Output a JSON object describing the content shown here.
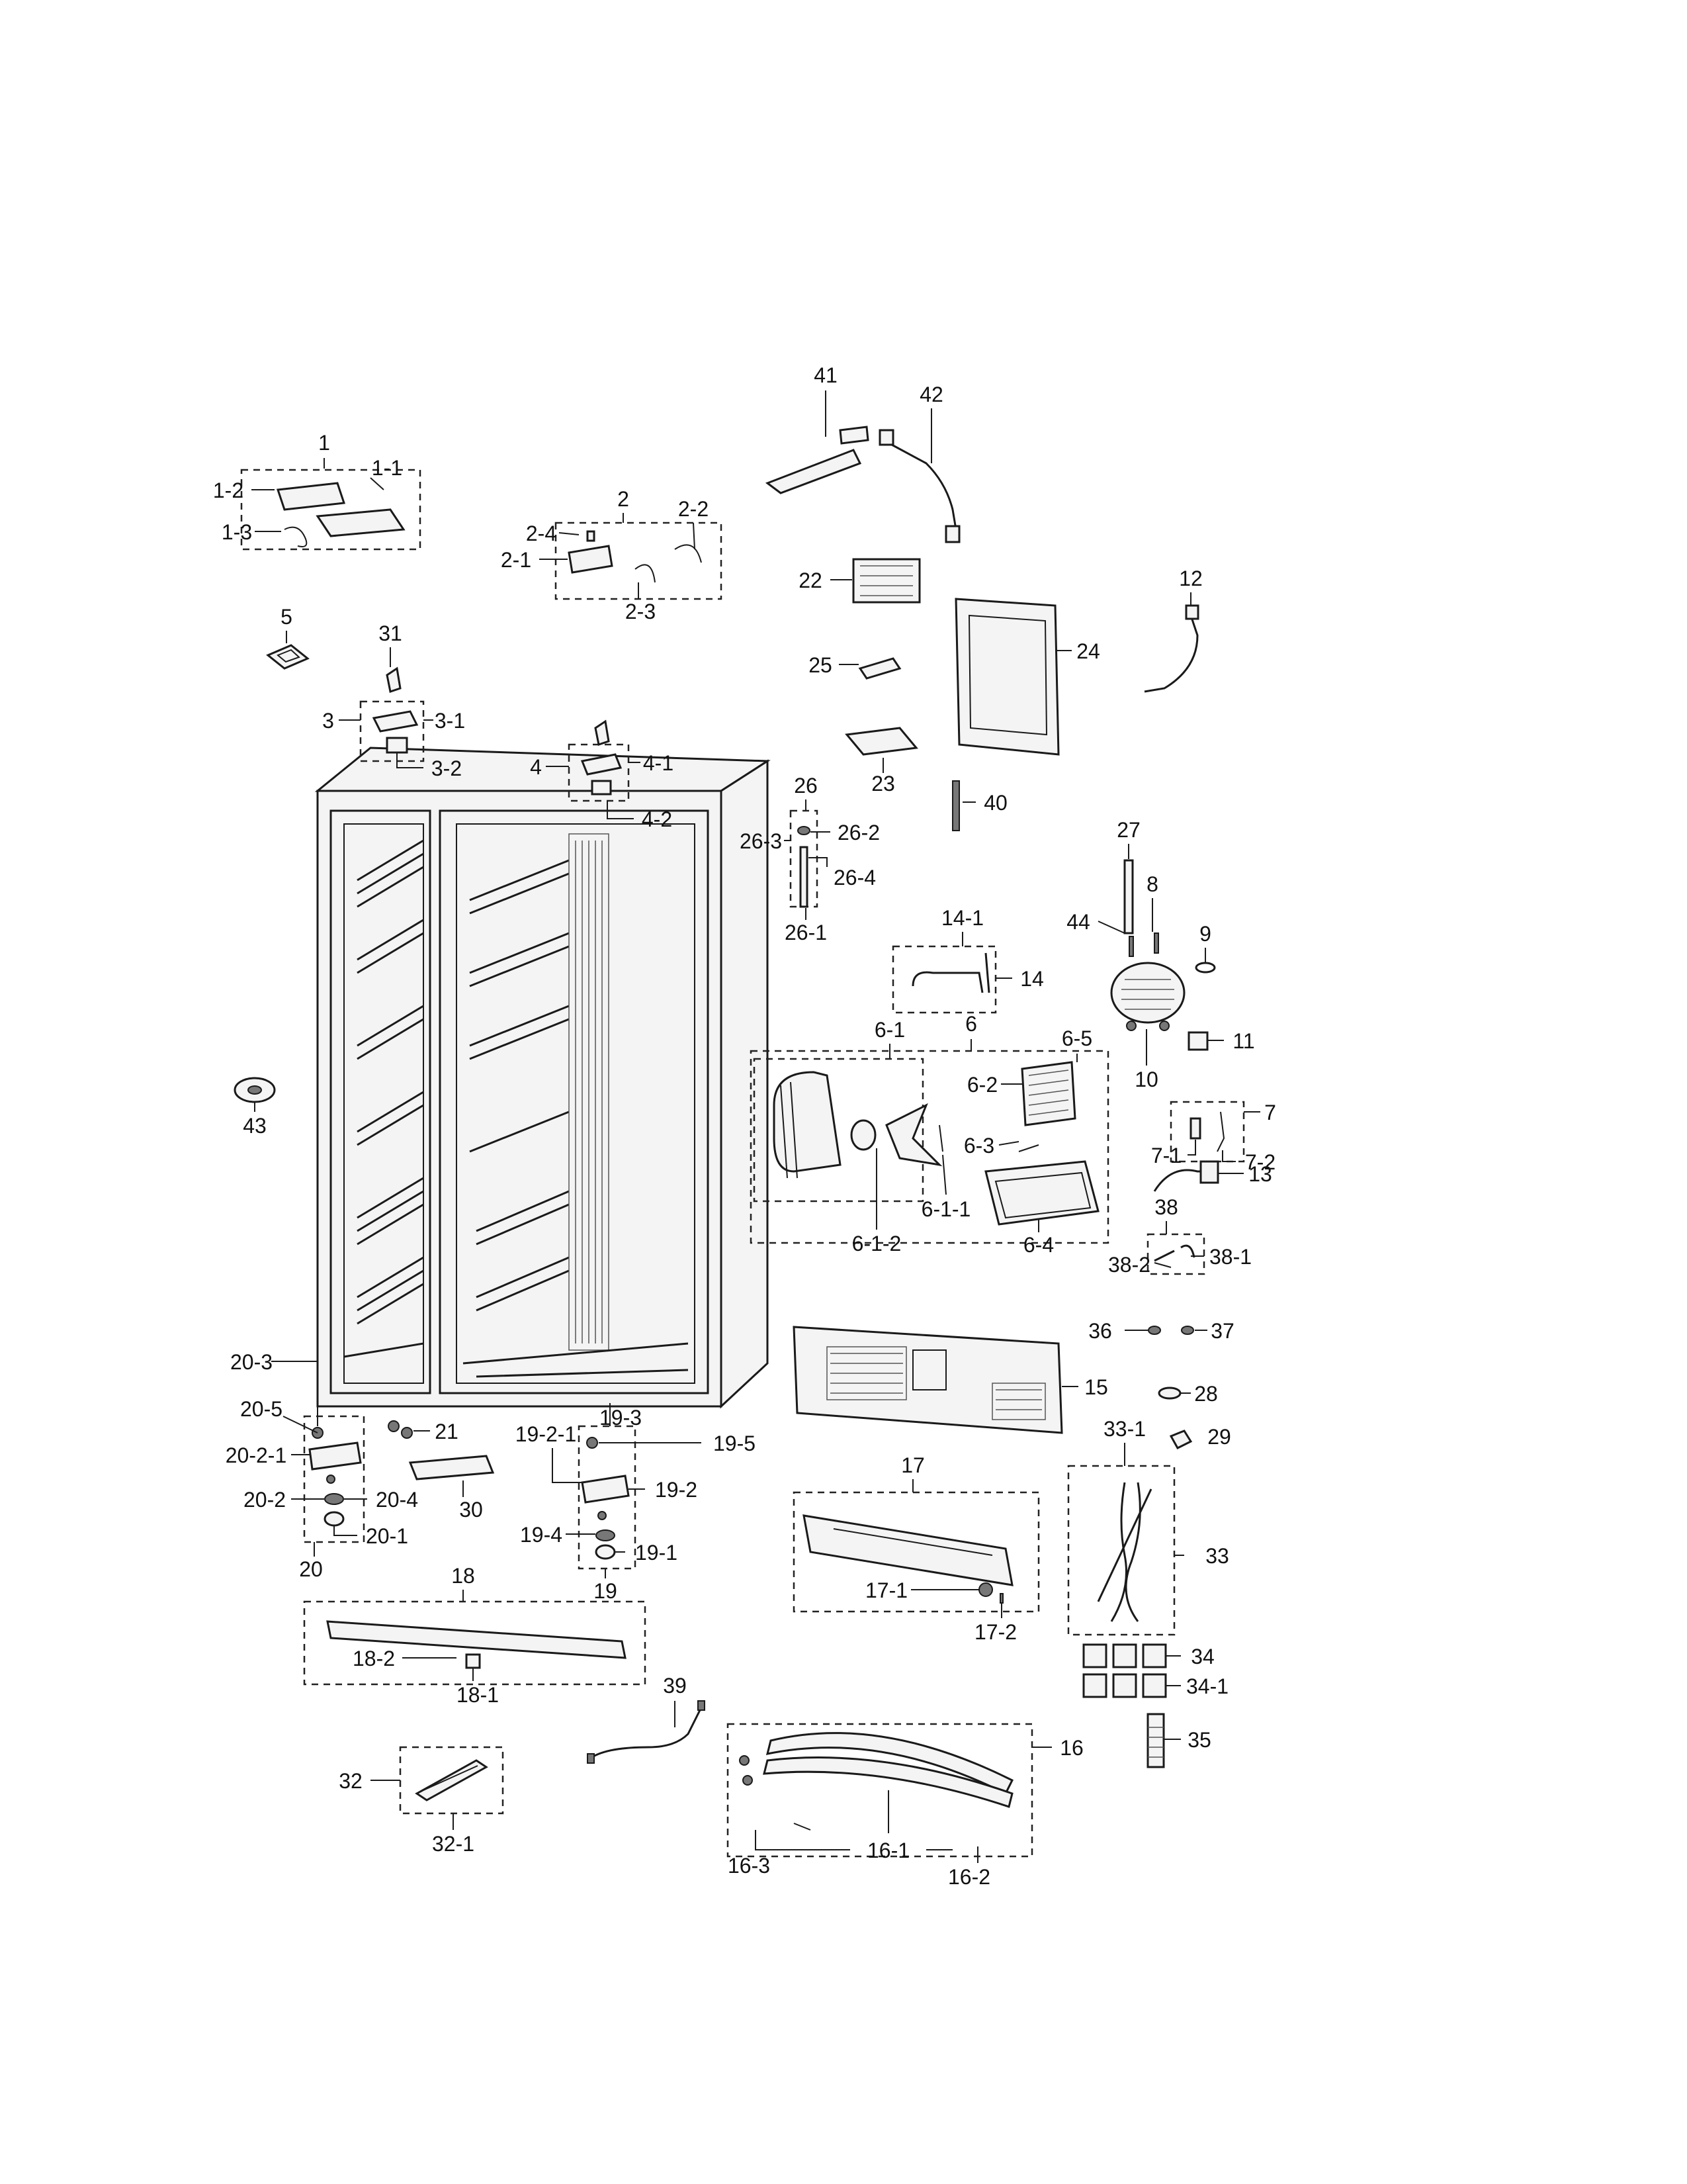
{
  "title": "",
  "labels": [
    {
      "id": "1",
      "text": "1"
    },
    {
      "id": "1-1",
      "text": "1-1"
    },
    {
      "id": "1-2",
      "text": "1-2"
    },
    {
      "id": "1-3",
      "text": "1-3"
    },
    {
      "id": "2",
      "text": "2"
    },
    {
      "id": "2-1",
      "text": "2-1"
    },
    {
      "id": "2-2",
      "text": "2-2"
    },
    {
      "id": "2-3",
      "text": "2-3"
    },
    {
      "id": "2-4",
      "text": "2-4"
    },
    {
      "id": "3",
      "text": "3"
    },
    {
      "id": "3-1",
      "text": "3-1"
    },
    {
      "id": "3-2",
      "text": "3-2"
    },
    {
      "id": "4",
      "text": "4"
    },
    {
      "id": "4-1",
      "text": "4-1"
    },
    {
      "id": "4-2",
      "text": "4-2"
    },
    {
      "id": "5",
      "text": "5"
    },
    {
      "id": "6",
      "text": "6"
    },
    {
      "id": "6-1",
      "text": "6-1"
    },
    {
      "id": "6-1-1",
      "text": "6-1-1"
    },
    {
      "id": "6-1-2",
      "text": "6-1-2"
    },
    {
      "id": "6-2",
      "text": "6-2"
    },
    {
      "id": "6-3",
      "text": "6-3"
    },
    {
      "id": "6-4",
      "text": "6-4"
    },
    {
      "id": "6-5",
      "text": "6-5"
    },
    {
      "id": "7",
      "text": "7"
    },
    {
      "id": "7-1",
      "text": "7-1"
    },
    {
      "id": "7-2",
      "text": "7-2"
    },
    {
      "id": "8",
      "text": "8"
    },
    {
      "id": "9",
      "text": "9"
    },
    {
      "id": "10",
      "text": "10"
    },
    {
      "id": "11",
      "text": "11"
    },
    {
      "id": "12",
      "text": "12"
    },
    {
      "id": "13",
      "text": "13"
    },
    {
      "id": "14",
      "text": "14"
    },
    {
      "id": "14-1",
      "text": "14-1"
    },
    {
      "id": "15",
      "text": "15"
    },
    {
      "id": "16",
      "text": "16"
    },
    {
      "id": "16-1",
      "text": "16-1"
    },
    {
      "id": "16-2",
      "text": "16-2"
    },
    {
      "id": "16-3",
      "text": "16-3"
    },
    {
      "id": "17",
      "text": "17"
    },
    {
      "id": "17-1",
      "text": "17-1"
    },
    {
      "id": "17-2",
      "text": "17-2"
    },
    {
      "id": "18",
      "text": "18"
    },
    {
      "id": "18-1",
      "text": "18-1"
    },
    {
      "id": "18-2",
      "text": "18-2"
    },
    {
      "id": "19",
      "text": "19"
    },
    {
      "id": "19-1",
      "text": "19-1"
    },
    {
      "id": "19-2",
      "text": "19-2"
    },
    {
      "id": "19-2-1",
      "text": "19-2-1"
    },
    {
      "id": "19-3",
      "text": "19-3"
    },
    {
      "id": "19-4",
      "text": "19-4"
    },
    {
      "id": "19-5",
      "text": "19-5"
    },
    {
      "id": "20",
      "text": "20"
    },
    {
      "id": "20-1",
      "text": "20-1"
    },
    {
      "id": "20-2",
      "text": "20-2"
    },
    {
      "id": "20-2-1",
      "text": "20-2-1"
    },
    {
      "id": "20-3",
      "text": "20-3"
    },
    {
      "id": "20-4",
      "text": "20-4"
    },
    {
      "id": "20-5",
      "text": "20-5"
    },
    {
      "id": "21",
      "text": "21"
    },
    {
      "id": "22",
      "text": "22"
    },
    {
      "id": "23",
      "text": "23"
    },
    {
      "id": "24",
      "text": "24"
    },
    {
      "id": "25",
      "text": "25"
    },
    {
      "id": "26",
      "text": "26"
    },
    {
      "id": "26-1",
      "text": "26-1"
    },
    {
      "id": "26-2",
      "text": "26-2"
    },
    {
      "id": "26-3",
      "text": "26-3"
    },
    {
      "id": "26-4",
      "text": "26-4"
    },
    {
      "id": "27",
      "text": "27"
    },
    {
      "id": "28",
      "text": "28"
    },
    {
      "id": "29",
      "text": "29"
    },
    {
      "id": "30",
      "text": "30"
    },
    {
      "id": "31",
      "text": "31"
    },
    {
      "id": "32",
      "text": "32"
    },
    {
      "id": "32-1",
      "text": "32-1"
    },
    {
      "id": "33",
      "text": "33"
    },
    {
      "id": "33-1",
      "text": "33-1"
    },
    {
      "id": "34",
      "text": "34"
    },
    {
      "id": "34-1",
      "text": "34-1"
    },
    {
      "id": "35",
      "text": "35"
    },
    {
      "id": "36",
      "text": "36"
    },
    {
      "id": "37",
      "text": "37"
    },
    {
      "id": "38",
      "text": "38"
    },
    {
      "id": "38-1",
      "text": "38-1"
    },
    {
      "id": "38-2",
      "text": "38-2"
    },
    {
      "id": "39",
      "text": "39"
    },
    {
      "id": "40",
      "text": "40"
    },
    {
      "id": "41",
      "text": "41"
    },
    {
      "id": "42",
      "text": "42"
    },
    {
      "id": "43",
      "text": "43"
    },
    {
      "id": "44",
      "text": "44"
    }
  ]
}
